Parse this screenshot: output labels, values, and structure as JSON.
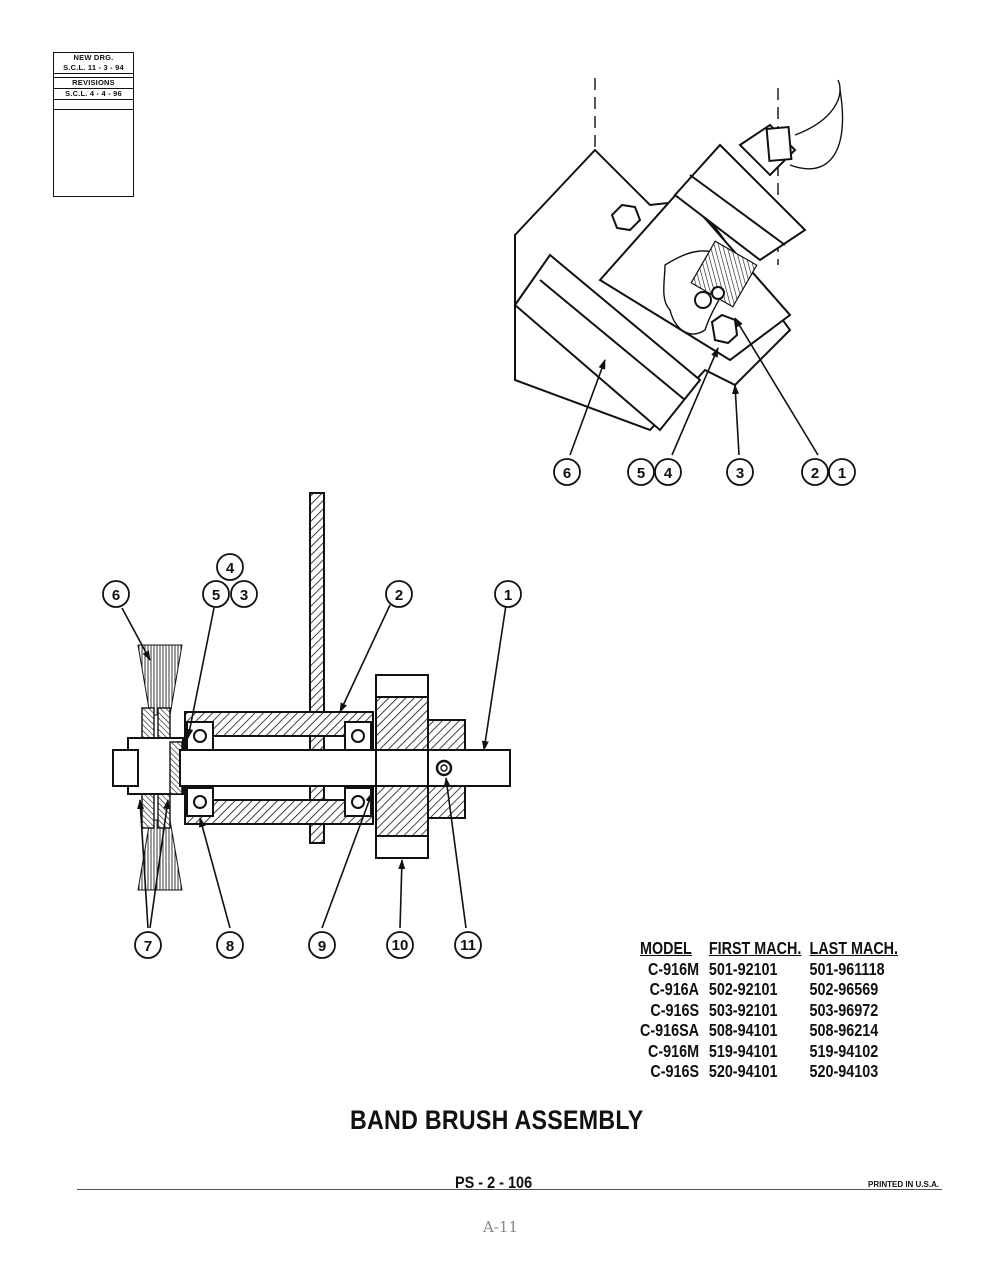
{
  "revision_block": {
    "new_drg_label": "NEW DRG.",
    "new_drg_value": "S.C.L. 11 - 3 - 94",
    "revisions_label": "REVISIONS",
    "revision_1": "S.C.L. 4 - 4 - 96"
  },
  "top_view_callouts": [
    "6",
    "5",
    "4",
    "3",
    "2",
    "1"
  ],
  "side_view_callouts_top": [
    "6",
    "4",
    "5",
    "3",
    "2",
    "1"
  ],
  "side_view_callouts_bottom": [
    "7",
    "8",
    "9",
    "10",
    "11"
  ],
  "model_table": {
    "headers": [
      "MODEL",
      "FIRST MACH.",
      "LAST MACH."
    ],
    "rows": [
      [
        "C-916M",
        "501-92101",
        "501-961118"
      ],
      [
        "C-916A",
        "502-92101",
        "502-96569"
      ],
      [
        "C-916S",
        "503-92101",
        "503-96972"
      ],
      [
        "C-916SA",
        "508-94101",
        "508-96214"
      ],
      [
        "C-916M",
        "519-94101",
        "519-94102"
      ],
      [
        "C-916S",
        "520-94101",
        "520-94103"
      ]
    ]
  },
  "title": "BAND BRUSH ASSEMBLY",
  "page_number": "PS - 2 - 106",
  "printed": "PRINTED IN U.S.A.",
  "appendix_page": "A-11"
}
